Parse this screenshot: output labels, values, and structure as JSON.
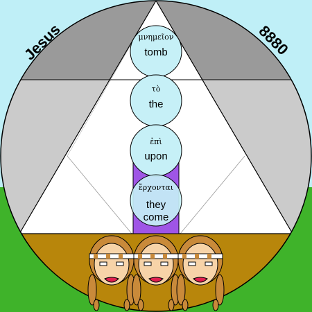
{
  "corner_labels": {
    "left": "Jesus",
    "right": "8880"
  },
  "circles": [
    {
      "greek": "μνημεῖον",
      "english": "tomb"
    },
    {
      "greek": "τὸ",
      "english": "the"
    },
    {
      "greek": "ἐπὶ",
      "english": "upon"
    },
    {
      "greek": "ἔρχονται",
      "english": [
        "they",
        "come"
      ]
    }
  ],
  "colors": {
    "sky": "#bfeff7",
    "grass": "#3fb32a",
    "ground": "#b8860b",
    "dark_gray": "#9a9a9a",
    "light_gray": "#cbcbcb",
    "circle_fill": "#c6f0f7",
    "purple_bar": "#9f55e6",
    "lips": "#e02050",
    "skin": "#f7d3a8",
    "hair": "#c98a3a"
  },
  "faces_count": 3
}
